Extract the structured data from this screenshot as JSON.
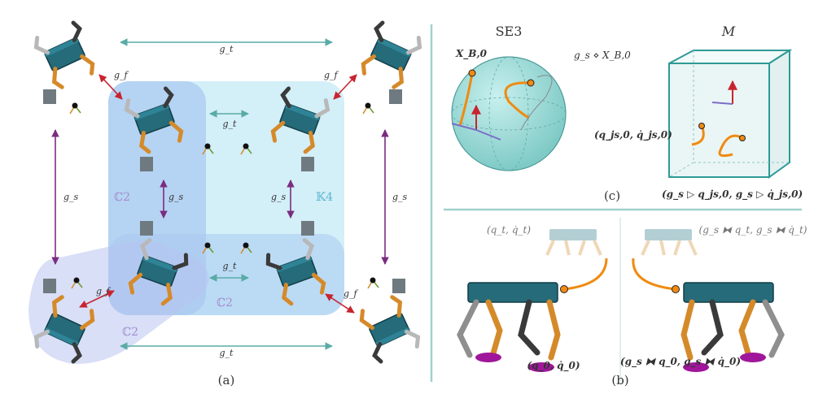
{
  "panels": {
    "a": {
      "caption": "(a)",
      "labels": {
        "gt_top": "g_t",
        "gt_mid_upper": "g_t",
        "gt_mid_lower": "g_t",
        "gt_bottom": "g_t",
        "gf_tl": "g_f",
        "gf_tr": "g_f",
        "gf_bl": "g_f",
        "gf_br": "g_f",
        "gs_left": "g_s",
        "gs_inner_left": "g_s",
        "gs_inner_right": "g_s",
        "gs_right": "g_s",
        "c2_left": "ℂ2",
        "k4": "𝕂4",
        "c2_bottom": "ℂ2",
        "c2_diag": "ℂ2"
      }
    },
    "b": {
      "caption": "(b)",
      "labels": {
        "top_left": "(q_t, q̇_t)",
        "top_right": "(g_s ⧓ q_t, g_s ⧓ q̇_t)",
        "bottom_left": "(q_0, q̇_0)",
        "bottom_right": "(g_s ⧓ q_0, g_s ⧓ q̇_0)"
      }
    },
    "c": {
      "caption": "(c)",
      "labels": {
        "se3": "SE3",
        "xb0": "X_B,0",
        "gs_xb0": "g_s ⋄ X_B,0",
        "manifold": "M",
        "qjs": "(q_js,0, q̇_js,0)",
        "gs_qjs": "(g_s ▷ q_js,0, g_s ▷ q̇_js,0)"
      }
    }
  },
  "colors": {
    "teal_arrow": "#5aaba6",
    "purple_arrow": "#7a2d80",
    "red_arrow": "#c8242f",
    "region_blue": "#a8c8f0",
    "region_cyan": "#c4eaf6",
    "sphere": "#9ad9d6",
    "cube": "#2e9a96",
    "orange": "#f08a10",
    "robot_body": "#256b7a",
    "robot_leg": "#d58a2a",
    "divider": "#9fd1cc"
  },
  "icons": [
    "robot-icon",
    "frame-icon"
  ]
}
